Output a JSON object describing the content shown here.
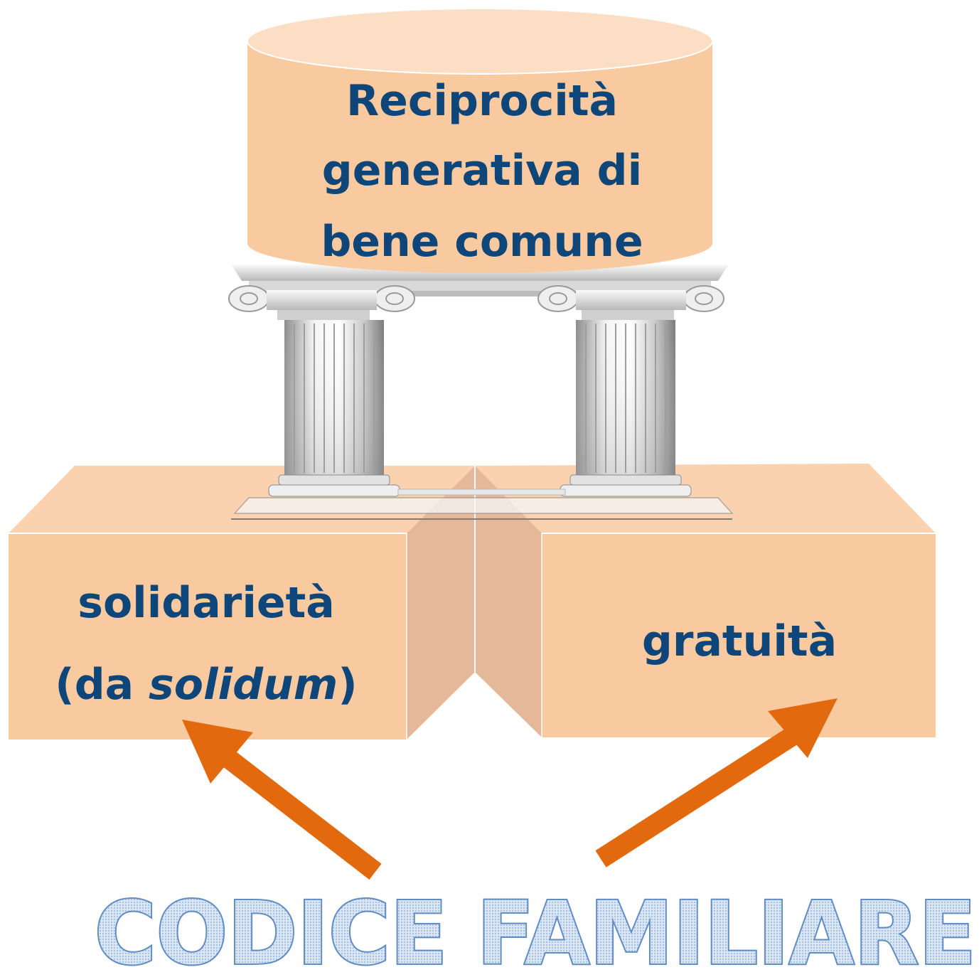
{
  "top": {
    "lines": [
      "Reciprocità",
      "generativa di",
      "bene comune"
    ]
  },
  "left_block": {
    "line1": "solidarietà",
    "line2_prefix": "(da ",
    "line2_italic": "solidum",
    "line2_suffix": ")"
  },
  "right_block": {
    "line1": "gratuità"
  },
  "bottom": {
    "title": "CODICE FAMILIARE"
  },
  "colors": {
    "block_fill": "#f9c9a0",
    "block_side": "#e5b899",
    "text": "#0f4679",
    "arrow": "#e3690e",
    "title_outline": "#6e98c8",
    "title_fill": "#c6d7ee"
  }
}
